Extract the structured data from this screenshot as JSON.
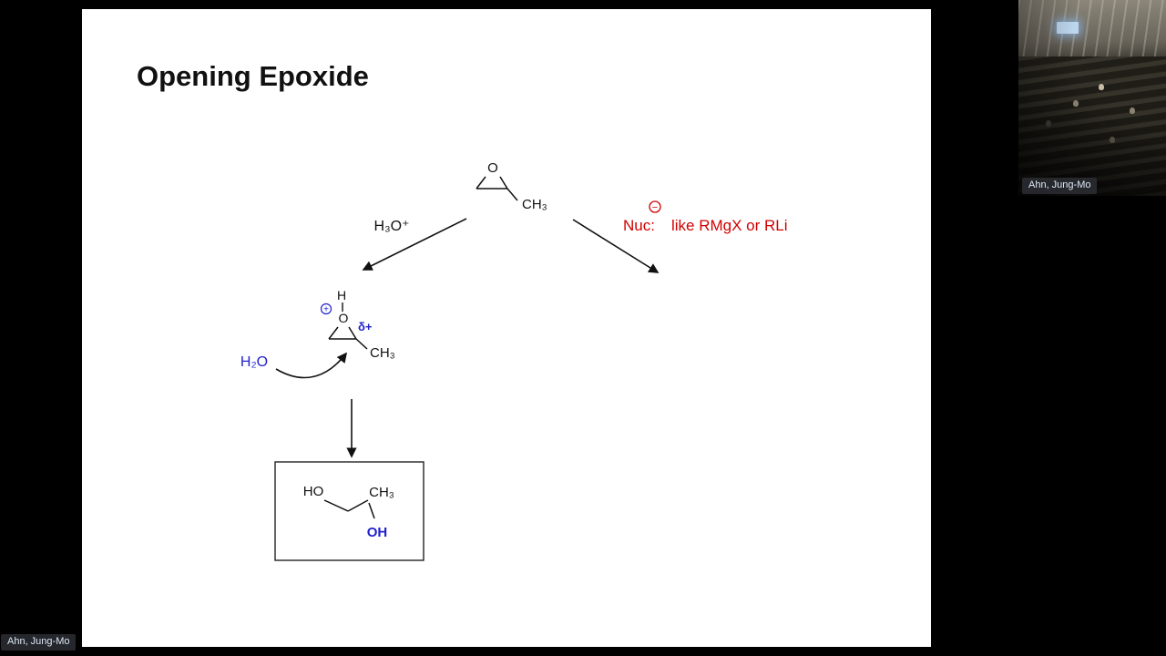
{
  "meeting": {
    "presenter_name_label": "Ahn, Jung-Mo",
    "webcam_name_label": "Ahn, Jung-Mo"
  },
  "slide": {
    "title": "Opening Epoxide",
    "epoxide": {
      "oxygen": "O",
      "methyl": "CH₃"
    },
    "acid_path": {
      "reagent": "H₃O⁺"
    },
    "nuc_path": {
      "minus_charge": "−",
      "label": "Nuc:",
      "examples": "like RMgX or RLi"
    },
    "intermediate": {
      "proton": "H",
      "oxygen": "O",
      "plus_charge": "+",
      "delta_plus": "δ+",
      "methyl": "CH₃",
      "attacking_water": "H₂O"
    },
    "product": {
      "hydroxyl_left": "HO",
      "methyl": "CH₃",
      "hydroxyl_right": "OH"
    }
  },
  "colors": {
    "structure_black": "#111111",
    "highlight_blue": "#2121cc",
    "highlight_red": "#d10000",
    "slide_background": "#ffffff",
    "stage_background": "#000000"
  }
}
